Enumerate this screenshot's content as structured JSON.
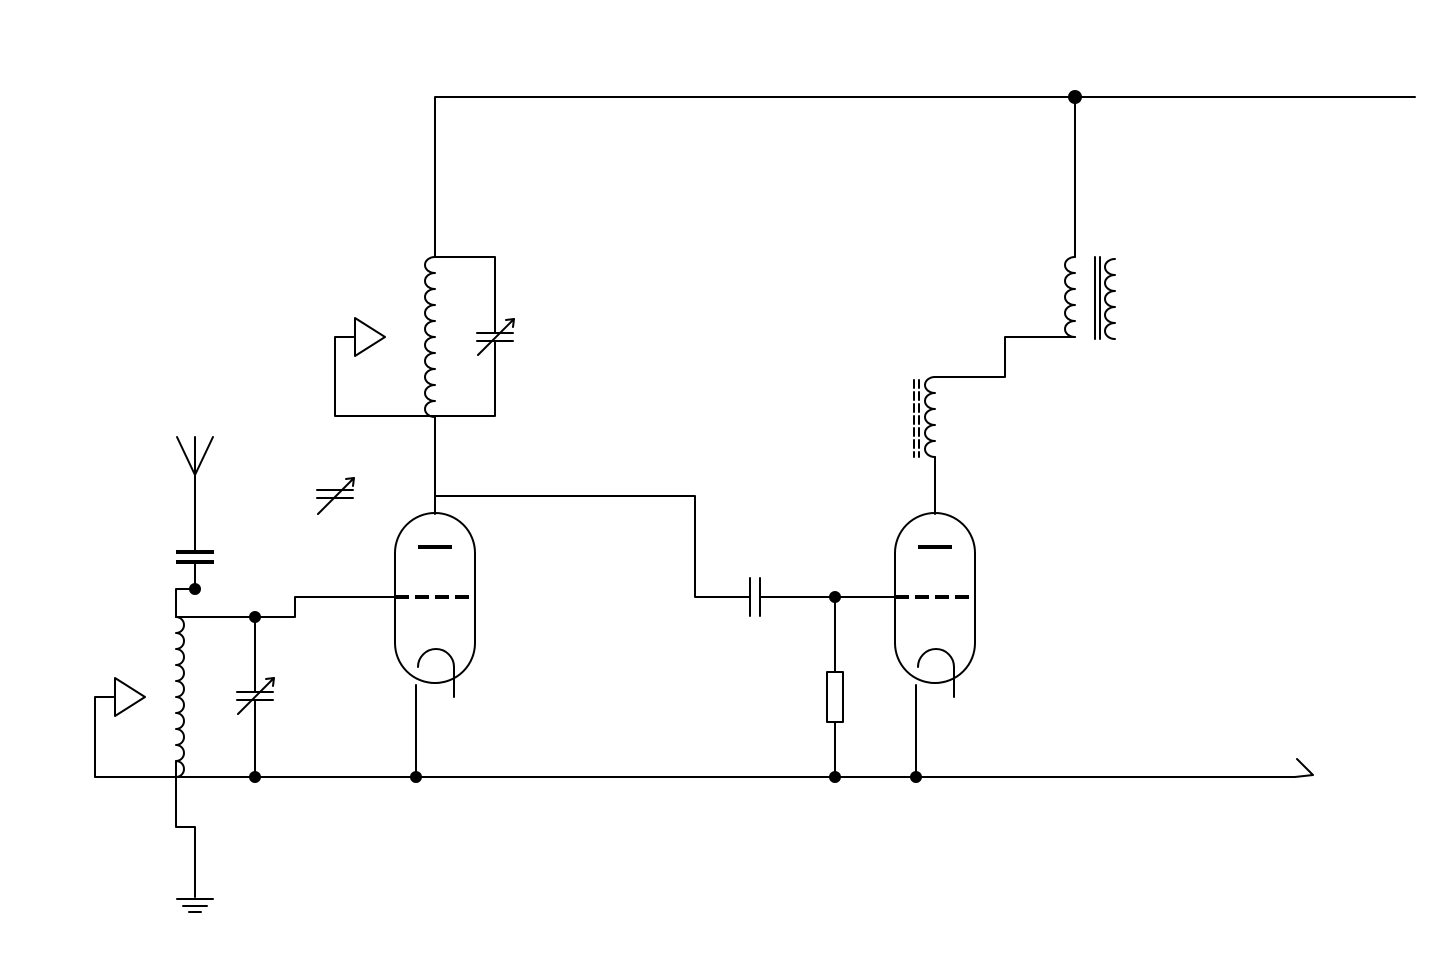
{
  "diagram": {
    "kind": "circuit-schematic",
    "colors": {
      "ink": "#000000",
      "background": "#ffffff"
    },
    "components": [
      {
        "id": "antenna",
        "icon": "antenna-icon"
      },
      {
        "id": "antenna-coupling-capacitor",
        "icon": "capacitor-icon"
      },
      {
        "id": "input-tapped-coil",
        "icon": "inductor-icon"
      },
      {
        "id": "input-tuning-capacitor",
        "icon": "variable-capacitor-icon"
      },
      {
        "id": "input-coil-feedback-arrow",
        "icon": "triangle-arrow-icon"
      },
      {
        "id": "ground",
        "icon": "ground-icon"
      },
      {
        "id": "tube-1",
        "icon": "triode-tube-icon"
      },
      {
        "id": "plate-tank-coil",
        "icon": "inductor-icon"
      },
      {
        "id": "plate-tank-capacitor",
        "icon": "variable-capacitor-icon"
      },
      {
        "id": "plate-coil-feedback-arrow",
        "icon": "triangle-arrow-icon"
      },
      {
        "id": "ganged-capacitor-symbol",
        "icon": "variable-capacitor-icon"
      },
      {
        "id": "interstage-coupling-capacitor",
        "icon": "capacitor-icon"
      },
      {
        "id": "grid-leak-resistor",
        "icon": "resistor-icon"
      },
      {
        "id": "tube-2",
        "icon": "triode-tube-icon"
      },
      {
        "id": "rf-choke",
        "icon": "iron-core-inductor-icon"
      },
      {
        "id": "output-transformer",
        "icon": "transformer-icon"
      },
      {
        "id": "b-plus-rail",
        "icon": "wire-icon"
      },
      {
        "id": "ground-rail",
        "icon": "wire-icon"
      }
    ]
  }
}
